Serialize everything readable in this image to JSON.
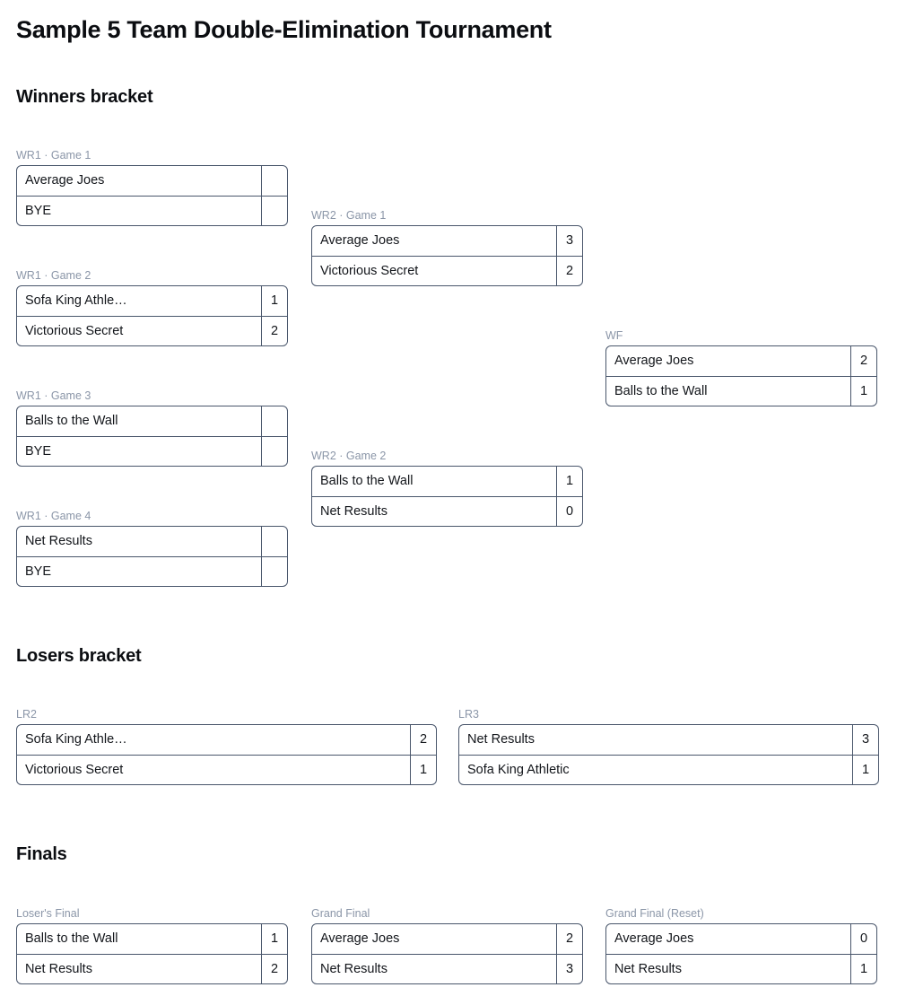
{
  "title": "Sample 5 Team Double-Elimination Tournament",
  "sections": {
    "winners": "Winners bracket",
    "losers": "Losers bracket",
    "finals": "Finals"
  },
  "colors": {
    "border": "#49566b",
    "label": "#8b96a8",
    "text": "#12151a",
    "background": "#ffffff"
  },
  "matches": {
    "wr1g1": {
      "label": "WR1 · Game 1",
      "top": {
        "team": "Average Joes",
        "score": ""
      },
      "bottom": {
        "team": "BYE",
        "score": ""
      }
    },
    "wr1g2": {
      "label": "WR1 · Game 2",
      "top": {
        "team": "Sofa King Athle…",
        "score": "1"
      },
      "bottom": {
        "team": "Victorious Secret",
        "score": "2"
      }
    },
    "wr1g3": {
      "label": "WR1 · Game 3",
      "top": {
        "team": "Balls to the Wall",
        "score": ""
      },
      "bottom": {
        "team": "BYE",
        "score": ""
      }
    },
    "wr1g4": {
      "label": "WR1 · Game 4",
      "top": {
        "team": "Net Results",
        "score": ""
      },
      "bottom": {
        "team": "BYE",
        "score": ""
      }
    },
    "wr2g1": {
      "label": "WR2 · Game 1",
      "top": {
        "team": "Average Joes",
        "score": "3"
      },
      "bottom": {
        "team": "Victorious Secret",
        "score": "2"
      }
    },
    "wr2g2": {
      "label": "WR2 · Game 2",
      "top": {
        "team": "Balls to the Wall",
        "score": "1"
      },
      "bottom": {
        "team": "Net Results",
        "score": "0"
      }
    },
    "wf": {
      "label": "WF",
      "top": {
        "team": "Average Joes",
        "score": "2"
      },
      "bottom": {
        "team": "Balls to the Wall",
        "score": "1"
      }
    },
    "lr2": {
      "label": "LR2",
      "top": {
        "team": "Sofa King Athle…",
        "score": "2"
      },
      "bottom": {
        "team": "Victorious Secret",
        "score": "1"
      }
    },
    "lr3": {
      "label": "LR3",
      "top": {
        "team": "Net Results",
        "score": "3"
      },
      "bottom": {
        "team": "Sofa King Athletic",
        "score": "1"
      }
    },
    "losersFinal": {
      "label": "Loser's Final",
      "top": {
        "team": "Balls to the Wall",
        "score": "1"
      },
      "bottom": {
        "team": "Net Results",
        "score": "2"
      }
    },
    "grandFinal": {
      "label": "Grand Final",
      "top": {
        "team": "Average Joes",
        "score": "2"
      },
      "bottom": {
        "team": "Net Results",
        "score": "3"
      }
    },
    "grandFinalReset": {
      "label": "Grand Final (Reset)",
      "top": {
        "team": "Average Joes",
        "score": "0"
      },
      "bottom": {
        "team": "Net Results",
        "score": "1"
      }
    }
  }
}
